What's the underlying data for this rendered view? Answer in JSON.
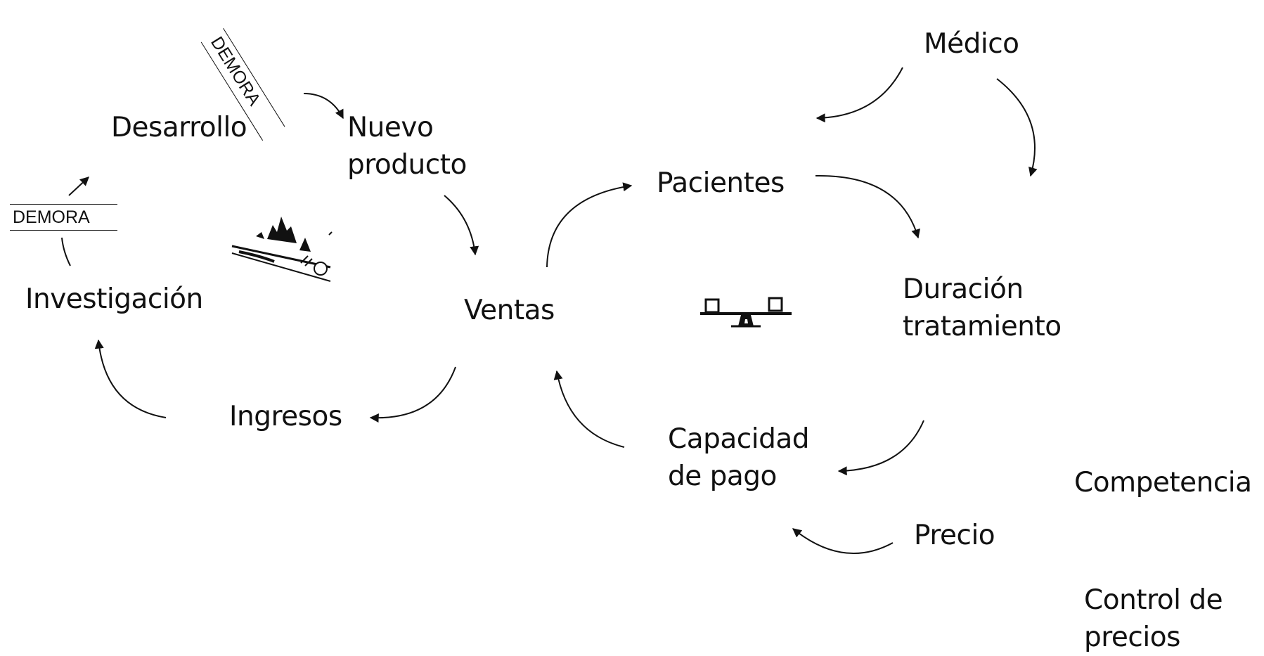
{
  "nodes": {
    "desarrollo": "Desarrollo",
    "nuevo_producto": [
      "Nuevo",
      "producto"
    ],
    "investigacion": "Investigación",
    "ventas": "Ventas",
    "ingresos": "Ingresos",
    "pacientes": "Pacientes",
    "medico": "Médico",
    "duracion": [
      "Duración",
      "tratamiento"
    ],
    "capacidad": [
      "Capacidad",
      "de pago"
    ],
    "precio": "Precio",
    "competencia": "Competencia",
    "control": [
      "Control de",
      "precios"
    ]
  },
  "delays": {
    "left": "DEMORA",
    "top": "DEMORA"
  },
  "icons": {
    "snowball": "snowball-icon",
    "seesaw": "seesaw-icon"
  },
  "colors": {
    "ink": "#111111",
    "background": "#ffffff"
  }
}
